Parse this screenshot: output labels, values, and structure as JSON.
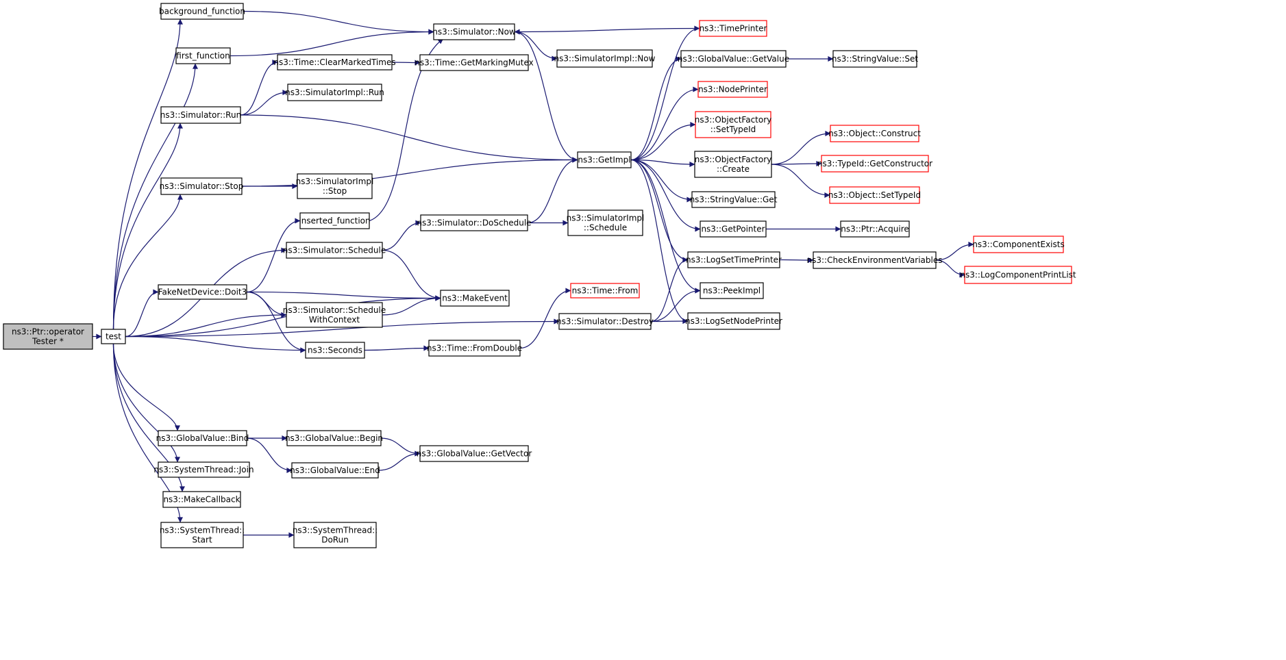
{
  "colors": {
    "edge": "#191970",
    "node_border": "#000000",
    "external_border": "#ff0000",
    "root_fill": "#bfbfbf",
    "node_fill": "#ffffff"
  },
  "nodes": [
    {
      "id": "root",
      "lines": [
        "ns3::Ptr::operator",
        "Tester *"
      ],
      "kind": "root"
    },
    {
      "id": "test",
      "lines": [
        "test"
      ],
      "kind": "normal"
    },
    {
      "id": "background_function",
      "lines": [
        "background_function"
      ],
      "kind": "normal"
    },
    {
      "id": "first_function",
      "lines": [
        "first_function"
      ],
      "kind": "normal"
    },
    {
      "id": "sim_run",
      "lines": [
        "ns3::Simulator::Run"
      ],
      "kind": "normal"
    },
    {
      "id": "sim_stop",
      "lines": [
        "ns3::Simulator::Stop"
      ],
      "kind": "normal"
    },
    {
      "id": "fake_doit3",
      "lines": [
        "FakeNetDevice::Doit3"
      ],
      "kind": "normal"
    },
    {
      "id": "gv_bind",
      "lines": [
        "ns3::GlobalValue::Bind"
      ],
      "kind": "normal"
    },
    {
      "id": "st_join",
      "lines": [
        "ns3::SystemThread::Join"
      ],
      "kind": "normal"
    },
    {
      "id": "make_callback",
      "lines": [
        "ns3::MakeCallback"
      ],
      "kind": "normal"
    },
    {
      "id": "st_start",
      "lines": [
        "ns3::SystemThread::",
        "Start"
      ],
      "kind": "normal"
    },
    {
      "id": "time_clear",
      "lines": [
        "ns3::Time::ClearMarkedTimes"
      ],
      "kind": "normal"
    },
    {
      "id": "simimpl_run",
      "lines": [
        "ns3::SimulatorImpl::Run"
      ],
      "kind": "normal"
    },
    {
      "id": "simimpl_stop",
      "lines": [
        "ns3::SimulatorImpl",
        "::Stop"
      ],
      "kind": "normal"
    },
    {
      "id": "inserted_function",
      "lines": [
        "inserted_function"
      ],
      "kind": "normal"
    },
    {
      "id": "sim_schedule",
      "lines": [
        "ns3::Simulator::Schedule"
      ],
      "kind": "normal"
    },
    {
      "id": "sim_schedule_ctx",
      "lines": [
        "ns3::Simulator::Schedule",
        "WithContext"
      ],
      "kind": "normal"
    },
    {
      "id": "seconds",
      "lines": [
        "ns3::Seconds"
      ],
      "kind": "normal"
    },
    {
      "id": "gv_begin",
      "lines": [
        "ns3::GlobalValue::Begin"
      ],
      "kind": "normal"
    },
    {
      "id": "gv_end",
      "lines": [
        "ns3::GlobalValue::End"
      ],
      "kind": "normal"
    },
    {
      "id": "st_dorun",
      "lines": [
        "ns3::SystemThread::",
        "DoRun"
      ],
      "kind": "normal"
    },
    {
      "id": "sim_now",
      "lines": [
        "ns3::Simulator::Now"
      ],
      "kind": "normal"
    },
    {
      "id": "time_getmutex",
      "lines": [
        "ns3::Time::GetMarkingMutex"
      ],
      "kind": "normal"
    },
    {
      "id": "sim_doschedule",
      "lines": [
        "ns3::Simulator::DoSchedule"
      ],
      "kind": "normal"
    },
    {
      "id": "make_event",
      "lines": [
        "ns3::MakeEvent"
      ],
      "kind": "normal"
    },
    {
      "id": "time_fromdouble",
      "lines": [
        "ns3::Time::FromDouble"
      ],
      "kind": "normal"
    },
    {
      "id": "gv_getvector",
      "lines": [
        "ns3::GlobalValue::GetVector"
      ],
      "kind": "normal"
    },
    {
      "id": "simimpl_now",
      "lines": [
        "ns3::SimulatorImpl::Now"
      ],
      "kind": "normal"
    },
    {
      "id": "getimpl",
      "lines": [
        "ns3::GetImpl"
      ],
      "kind": "normal"
    },
    {
      "id": "simimpl_schedule",
      "lines": [
        "ns3::SimulatorImpl",
        "::Schedule"
      ],
      "kind": "normal"
    },
    {
      "id": "time_from",
      "lines": [
        "ns3::Time::From"
      ],
      "kind": "external"
    },
    {
      "id": "sim_destroy",
      "lines": [
        "ns3::Simulator::Destroy"
      ],
      "kind": "normal"
    },
    {
      "id": "time_printer",
      "lines": [
        "ns3::TimePrinter"
      ],
      "kind": "external"
    },
    {
      "id": "gv_getvalue",
      "lines": [
        "ns3::GlobalValue::GetValue"
      ],
      "kind": "normal"
    },
    {
      "id": "node_printer",
      "lines": [
        "ns3::NodePrinter"
      ],
      "kind": "external"
    },
    {
      "id": "of_settypeid",
      "lines": [
        "ns3::ObjectFactory",
        "::SetTypeId"
      ],
      "kind": "external"
    },
    {
      "id": "of_create",
      "lines": [
        "ns3::ObjectFactory",
        "::Create"
      ],
      "kind": "normal"
    },
    {
      "id": "sv_get",
      "lines": [
        "ns3::StringValue::Get"
      ],
      "kind": "normal"
    },
    {
      "id": "get_pointer",
      "lines": [
        "ns3::GetPointer"
      ],
      "kind": "normal"
    },
    {
      "id": "log_settimeprinter",
      "lines": [
        "ns3::LogSetTimePrinter"
      ],
      "kind": "normal"
    },
    {
      "id": "peek_impl",
      "lines": [
        "ns3::PeekImpl"
      ],
      "kind": "normal"
    },
    {
      "id": "log_setnodeprinter",
      "lines": [
        "ns3::LogSetNodePrinter"
      ],
      "kind": "normal"
    },
    {
      "id": "sv_set",
      "lines": [
        "ns3::StringValue::Set"
      ],
      "kind": "normal"
    },
    {
      "id": "obj_construct",
      "lines": [
        "ns3::Object::Construct"
      ],
      "kind": "external"
    },
    {
      "id": "typeid_getctor",
      "lines": [
        "ns3::TypeId::GetConstructor"
      ],
      "kind": "external"
    },
    {
      "id": "obj_settypeid",
      "lines": [
        "ns3::Object::SetTypeId"
      ],
      "kind": "external"
    },
    {
      "id": "ptr_acquire",
      "lines": [
        "ns3::Ptr::Acquire"
      ],
      "kind": "normal"
    },
    {
      "id": "check_env",
      "lines": [
        "ns3::CheckEnvironmentVariables"
      ],
      "kind": "normal"
    },
    {
      "id": "comp_exists",
      "lines": [
        "ns3::ComponentExists"
      ],
      "kind": "external"
    },
    {
      "id": "log_comp_printlist",
      "lines": [
        "ns3::LogComponentPrintList"
      ],
      "kind": "external"
    }
  ],
  "edges": [
    [
      "root",
      "test"
    ],
    [
      "test",
      "background_function"
    ],
    [
      "test",
      "first_function"
    ],
    [
      "test",
      "sim_run"
    ],
    [
      "test",
      "sim_stop"
    ],
    [
      "test",
      "fake_doit3"
    ],
    [
      "test",
      "sim_schedule"
    ],
    [
      "test",
      "sim_schedule_ctx"
    ],
    [
      "test",
      "seconds"
    ],
    [
      "test",
      "make_event"
    ],
    [
      "test",
      "sim_destroy"
    ],
    [
      "test",
      "gv_bind"
    ],
    [
      "test",
      "st_join"
    ],
    [
      "test",
      "make_callback"
    ],
    [
      "test",
      "st_start"
    ],
    [
      "background_function",
      "sim_now"
    ],
    [
      "first_function",
      "sim_now"
    ],
    [
      "sim_run",
      "time_clear"
    ],
    [
      "sim_run",
      "simimpl_run"
    ],
    [
      "sim_run",
      "getimpl"
    ],
    [
      "sim_stop",
      "simimpl_stop"
    ],
    [
      "sim_stop",
      "getimpl"
    ],
    [
      "fake_doit3",
      "inserted_function"
    ],
    [
      "fake_doit3",
      "make_event"
    ],
    [
      "fake_doit3",
      "sim_schedule_ctx"
    ],
    [
      "fake_doit3",
      "seconds"
    ],
    [
      "gv_bind",
      "gv_begin"
    ],
    [
      "gv_bind",
      "gv_end"
    ],
    [
      "st_start",
      "st_dorun"
    ],
    [
      "time_clear",
      "time_getmutex"
    ],
    [
      "inserted_function",
      "sim_now"
    ],
    [
      "sim_schedule",
      "sim_doschedule"
    ],
    [
      "sim_schedule",
      "make_event"
    ],
    [
      "sim_schedule_ctx",
      "make_event"
    ],
    [
      "seconds",
      "time_fromdouble"
    ],
    [
      "gv_begin",
      "gv_getvector"
    ],
    [
      "gv_end",
      "gv_getvector"
    ],
    [
      "sim_now",
      "simimpl_now"
    ],
    [
      "sim_now",
      "getimpl"
    ],
    [
      "sim_doschedule",
      "getimpl"
    ],
    [
      "sim_doschedule",
      "simimpl_schedule"
    ],
    [
      "time_fromdouble",
      "time_from"
    ],
    [
      "sim_destroy",
      "log_settimeprinter"
    ],
    [
      "sim_destroy",
      "peek_impl"
    ],
    [
      "sim_destroy",
      "log_setnodeprinter"
    ],
    [
      "time_printer",
      "sim_now"
    ],
    [
      "getimpl",
      "time_printer"
    ],
    [
      "getimpl",
      "gv_getvalue"
    ],
    [
      "getimpl",
      "node_printer"
    ],
    [
      "getimpl",
      "of_settypeid"
    ],
    [
      "getimpl",
      "of_create"
    ],
    [
      "getimpl",
      "sv_get"
    ],
    [
      "getimpl",
      "get_pointer"
    ],
    [
      "getimpl",
      "log_settimeprinter"
    ],
    [
      "getimpl",
      "peek_impl"
    ],
    [
      "getimpl",
      "log_setnodeprinter"
    ],
    [
      "gv_getvalue",
      "sv_set"
    ],
    [
      "of_create",
      "obj_construct"
    ],
    [
      "of_create",
      "typeid_getctor"
    ],
    [
      "of_create",
      "obj_settypeid"
    ],
    [
      "get_pointer",
      "ptr_acquire"
    ],
    [
      "log_settimeprinter",
      "check_env"
    ],
    [
      "check_env",
      "comp_exists"
    ],
    [
      "check_env",
      "log_comp_printlist"
    ]
  ]
}
